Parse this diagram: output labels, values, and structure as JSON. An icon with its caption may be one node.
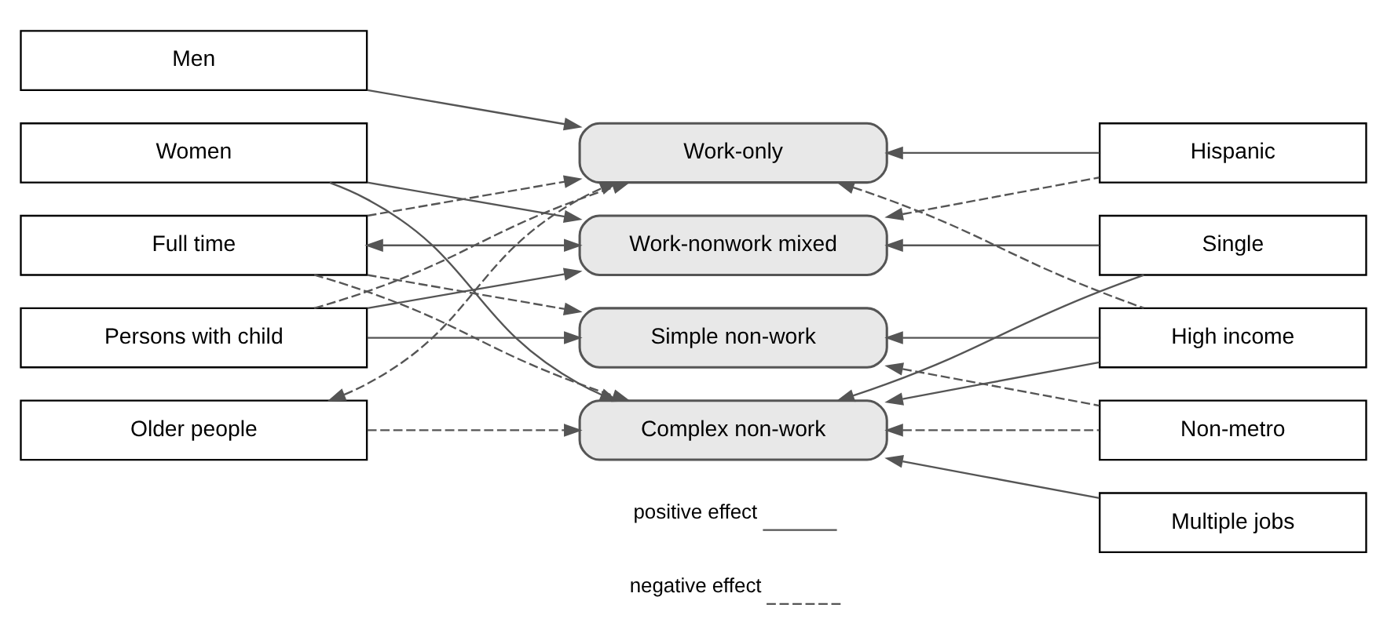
{
  "diagram": {
    "nodes": [
      {
        "text": [
          "Men"
        ]
      },
      {
        "text": [
          "Women"
        ]
      },
      {
        "text": [
          "Full time"
        ]
      },
      {
        "text": [
          "Persons with child"
        ]
      },
      {
        "text": [
          "Older people"
        ]
      },
      {
        "text": [
          "Work-only"
        ]
      },
      {
        "text": [
          "Work-nonwork mixed"
        ]
      },
      {
        "text": [
          "Simple non-work"
        ]
      },
      {
        "text": [
          "Complex non-work"
        ]
      },
      {
        "text": [
          "Hispanic"
        ]
      },
      {
        "text": [
          "Single"
        ]
      },
      {
        "text": [
          "High income"
        ]
      },
      {
        "text": [
          "Non-metro"
        ]
      },
      {
        "text": [
          "Multiple jobs"
        ]
      }
    ],
    "edges": [
      {
        "from": 0,
        "to": 5,
        "arrow": "to"
      },
      {
        "from": 1,
        "to": 6,
        "arrow": "to"
      },
      {
        "from": 1,
        "to": 8,
        "arrow": "to"
      },
      {
        "from": 2,
        "to": 6,
        "arrow": "both"
      },
      {
        "from": 2,
        "to": 5,
        "arrow": "to",
        "style": "dashed"
      },
      {
        "from": 2,
        "to": 7,
        "arrow": "to",
        "style": "dashed"
      },
      {
        "from": 2,
        "to": 8,
        "arrow": "to",
        "style": "dashed"
      },
      {
        "from": 3,
        "to": 6,
        "arrow": "to"
      },
      {
        "from": 3,
        "to": 7,
        "arrow": "to"
      },
      {
        "from": 3,
        "to": 5,
        "arrow": "to",
        "style": "dashed"
      },
      {
        "from": 4,
        "to": 5,
        "arrow": "both",
        "style": "dashed"
      },
      {
        "from": 4,
        "to": 8,
        "arrow": "to",
        "style": "dashed"
      },
      {
        "from": 9,
        "to": 5,
        "arrow": "to"
      },
      {
        "from": 9,
        "to": 6,
        "arrow": "to",
        "style": "dashed"
      },
      {
        "from": 10,
        "to": 6,
        "arrow": "to"
      },
      {
        "from": 10,
        "to": 8,
        "arrow": "to"
      },
      {
        "from": 11,
        "to": 7,
        "arrow": "to"
      },
      {
        "from": 11,
        "to": 8,
        "arrow": "to"
      },
      {
        "from": 11,
        "to": 5,
        "arrow": "to",
        "style": "dashed"
      },
      {
        "from": 12,
        "to": 7,
        "arrow": "to",
        "style": "dashed"
      },
      {
        "from": 12,
        "to": 8,
        "arrow": "to",
        "style": "dashed"
      },
      {
        "from": 13,
        "to": 8,
        "arrow": "to"
      }
    ],
    "legend": [
      {
        "text": "positive effect"
      },
      {
        "text": "negative effect"
      }
    ]
  }
}
